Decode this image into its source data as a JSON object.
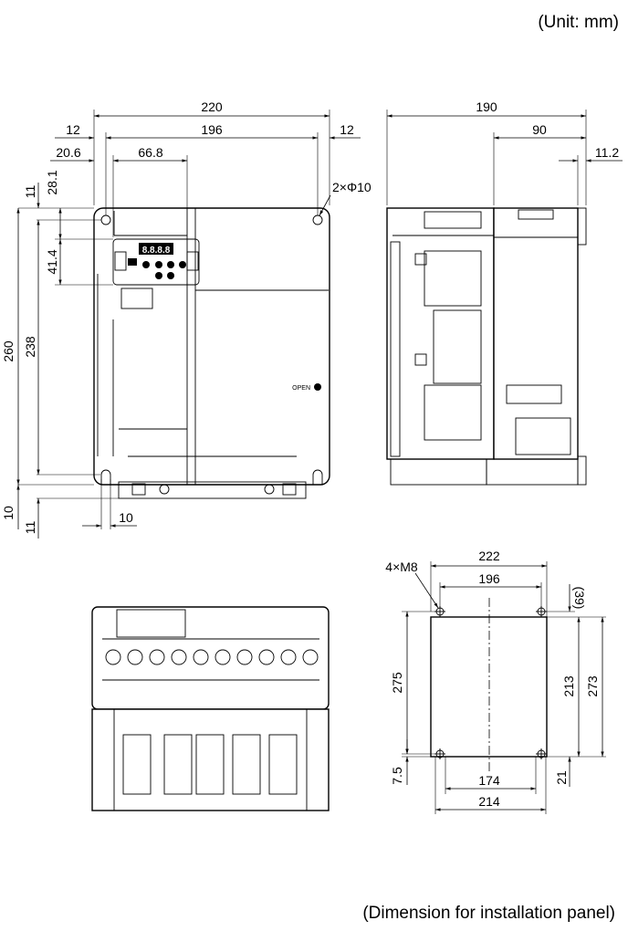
{
  "header": {
    "unit_label": "(Unit: mm)"
  },
  "footer": {
    "caption": "(Dimension for installation panel)"
  },
  "front_view": {
    "dims": {
      "total_width": "220",
      "inner_width": "196",
      "left_margin": "12",
      "right_margin": "12",
      "keypad_left": "20.6",
      "keypad_width": "66.8",
      "top_offset": "11",
      "keypad_top": "28.1",
      "keypad_height": "41.4",
      "total_height": "260",
      "hole_pitch": "238",
      "bottom_hole": "10",
      "bottom_offset": "11",
      "slot_width": "10",
      "mounting_holes": "2×Φ10"
    },
    "labels": {
      "door_label": "OPEN",
      "display": "8.8.8.8"
    }
  },
  "side_view": {
    "dims": {
      "total_depth": "190",
      "rear_depth": "90",
      "flange": "11.2"
    }
  },
  "panel_cutout": {
    "dims": {
      "outer_width": "222",
      "hole_pitch_x": "196",
      "screws": "4×M8",
      "top_offset": "(39)",
      "hole_pitch_y": "275",
      "cut_height": "213",
      "outer_height": "273",
      "bottom_offset": "7.5",
      "bottom_margin": "21",
      "cut_width": "174",
      "total_bottom": "214"
    }
  }
}
